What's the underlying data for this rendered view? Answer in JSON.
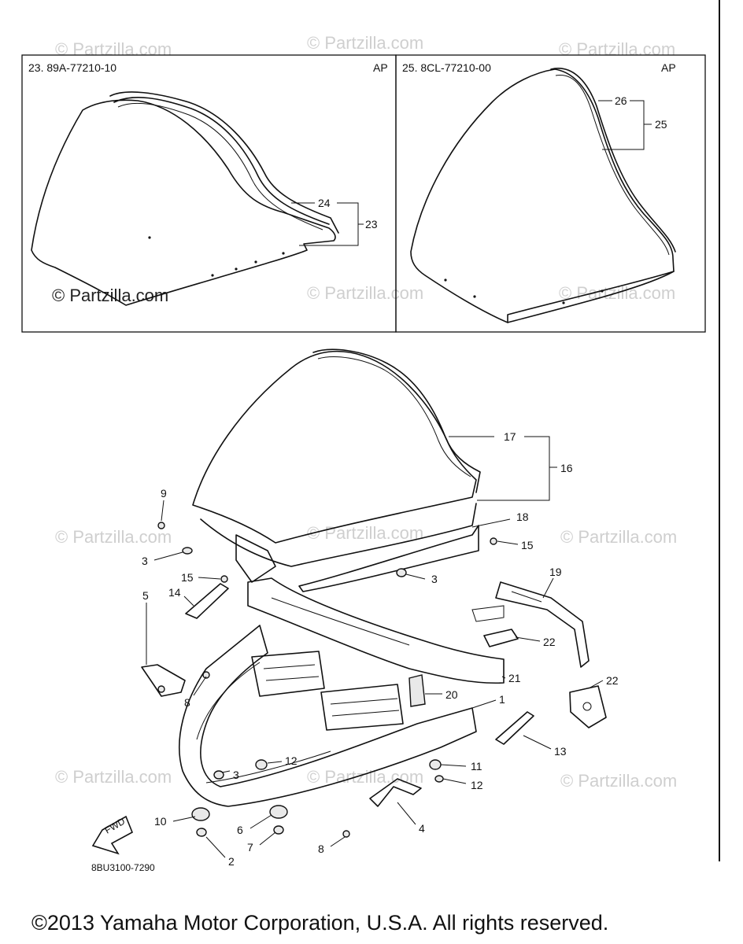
{
  "insets": [
    {
      "title": "23. 89A-77210-10",
      "tag": "AP"
    },
    {
      "title": "25. 8CL-77210-00",
      "tag": "AP"
    }
  ],
  "callouts": {
    "c1": "1",
    "c2": "2",
    "c3a": "3",
    "c3b": "3",
    "c3c": "3",
    "c4": "4",
    "c5": "5",
    "c6": "6",
    "c7": "7",
    "c8a": "8",
    "c8b": "8",
    "c9": "9",
    "c10": "10",
    "c11": "11",
    "c12a": "12",
    "c12b": "12",
    "c13": "13",
    "c14": "14",
    "c15a": "15",
    "c15b": "15",
    "c16": "16",
    "c17": "17",
    "c18": "18",
    "c19": "19",
    "c20": "20",
    "c21": "21",
    "c22a": "22",
    "c22b": "22",
    "c23": "23",
    "c24": "24",
    "c25": "25",
    "c26": "26"
  },
  "fwd_label": "FWD",
  "diagram_code": "8BU3100-7290",
  "watermark": "© Partzilla.com",
  "copyright": "©2013  Yamaha Motor Corporation, U.S.A. All rights reserved."
}
